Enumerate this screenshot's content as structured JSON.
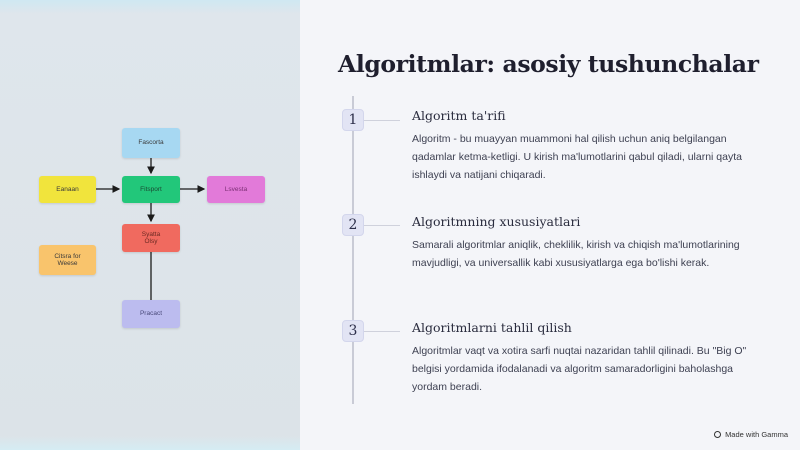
{
  "diagram": {
    "nodes": {
      "top": "Fascorta",
      "center": "Fitsport",
      "left": "Eanaan",
      "right": "Lsvesta",
      "mid": "Syatta\nOlsy",
      "side": "Citsra for\nWeese",
      "bottom": "Pracact"
    },
    "colors": {
      "top": "#a7d8f2",
      "center": "#22c77a",
      "left": "#f1e43c",
      "right": "#e27ad9",
      "mid": "#f06a5f",
      "side": "#f9c46c",
      "bottom": "#bcbcef"
    }
  },
  "title": "Algoritmlar: asosiy tushunchalar",
  "steps": [
    {
      "number": "1",
      "title": "Algoritm ta'rifi",
      "text": "Algoritm - bu muayyan muammoni hal qilish uchun aniq belgilangan qadamlar ketma-ketligi. U kirish ma'lumotlarini qabul qiladi, ularni qayta ishlaydi va natijani chiqaradi."
    },
    {
      "number": "2",
      "title": "Algoritmning xususiyatlari",
      "text": "Samarali algoritmlar aniqlik, cheklilik, kirish va chiqish ma'lumotlarining mavjudligi, va universallik kabi xususiyatlarga ega bo'lishi kerak."
    },
    {
      "number": "3",
      "title": "Algoritmlarni tahlil qilish",
      "text": "Algoritmlar vaqt va xotira sarfi nuqtai nazaridan tahlil qilinadi. Bu \"Big O\" belgisi yordamida ifodalanadi va algoritm samaradorligini baholashga yordam beradi."
    }
  ],
  "badge": {
    "icon": "gamma-logo-icon",
    "label": "Made with Gamma"
  }
}
